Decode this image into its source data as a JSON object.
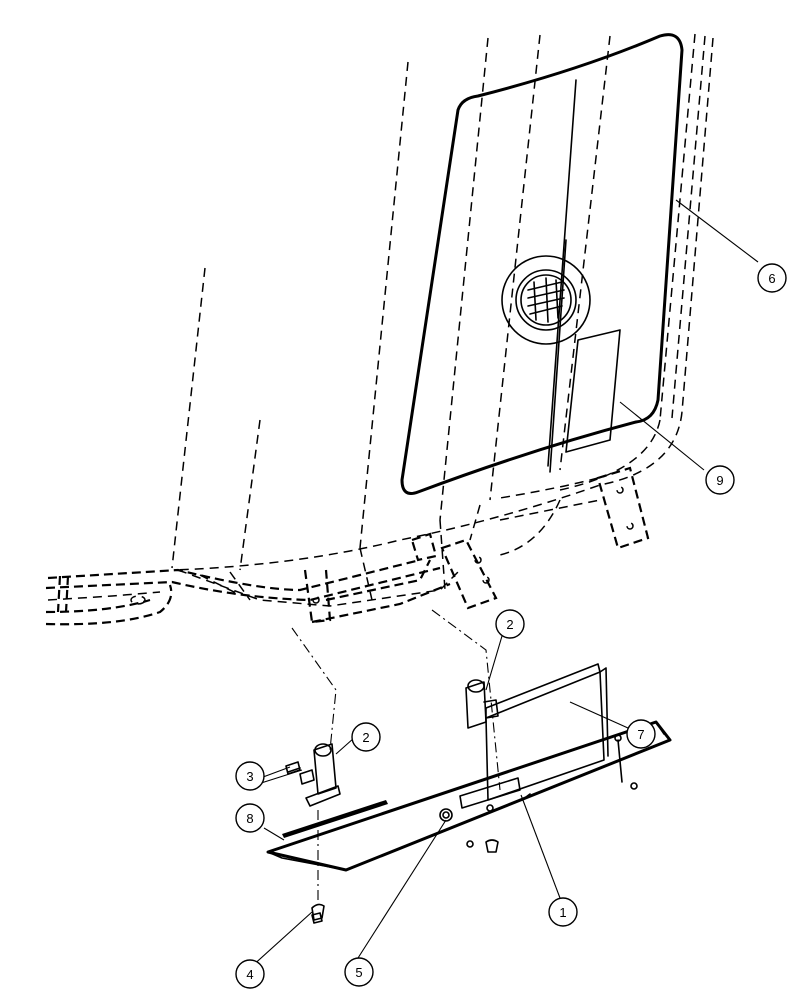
{
  "callouts": [
    {
      "label": "1"
    },
    {
      "label": "2"
    },
    {
      "label": "2"
    },
    {
      "label": "3"
    },
    {
      "label": "4"
    },
    {
      "label": "5"
    },
    {
      "label": "6"
    },
    {
      "label": "7"
    },
    {
      "label": "8"
    },
    {
      "label": "9"
    }
  ]
}
